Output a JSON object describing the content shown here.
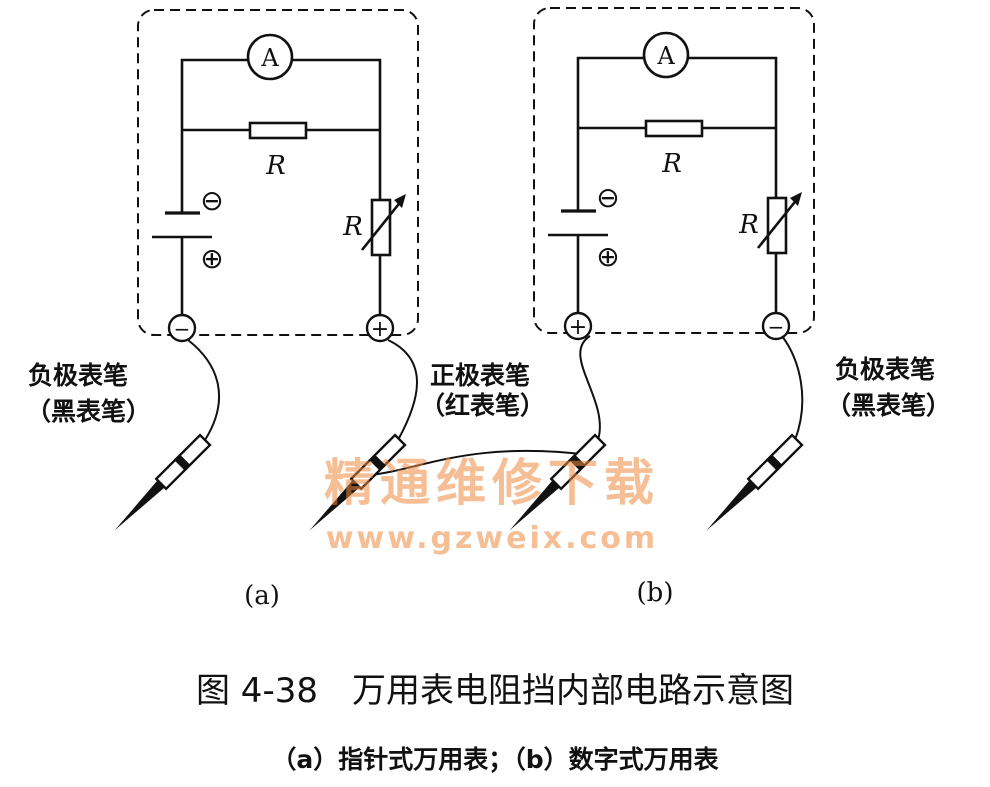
{
  "diagram": {
    "ammeter_symbol": "A",
    "resistor_symbol": "R",
    "minus_symbol": "−",
    "plus_symbol": "+",
    "battery_minus": "⊖",
    "battery_plus": "⊕",
    "panel_a": {
      "label": "(a)",
      "left_probe": {
        "line1": "负极表笔",
        "line2": "（黑表笔）"
      },
      "right_probe": {
        "line1": "正极表笔",
        "line2": "（红表笔）"
      }
    },
    "panel_b": {
      "label": "(b)",
      "right_probe": {
        "line1": "负极表笔",
        "line2": "（黑表笔）"
      }
    }
  },
  "caption": {
    "title": "图 4-38　万用表电阻挡内部电路示意图",
    "subtitle": "（a）指针式万用表；（b）数字式万用表"
  },
  "watermark": {
    "line1": "精通维修下载",
    "line2": "www.gzweix.com"
  }
}
